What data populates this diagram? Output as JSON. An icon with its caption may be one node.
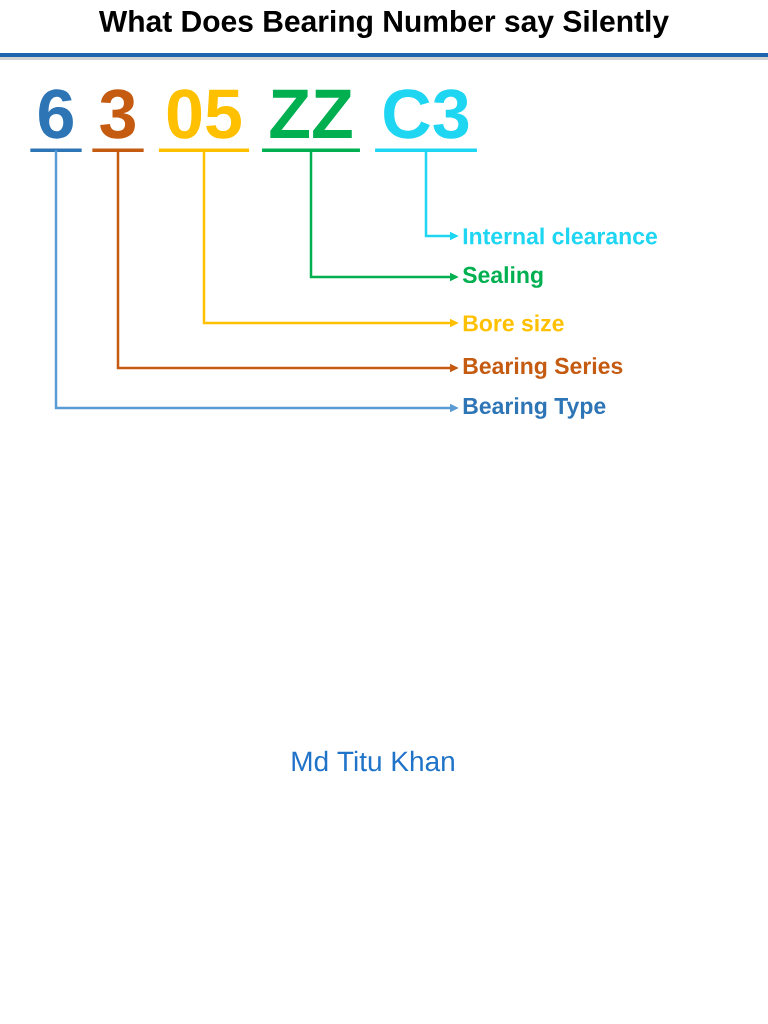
{
  "diagram": {
    "title": "What Does Bearing Number say Silently",
    "nodes": [
      {
        "text": [
          "6"
        ]
      },
      {
        "text": [
          "3"
        ]
      },
      {
        "text": [
          "05"
        ]
      },
      {
        "text": [
          "ZZ"
        ]
      },
      {
        "text": [
          "C3"
        ]
      },
      {
        "text": [
          "Internal clearance"
        ]
      },
      {
        "text": [
          "Sealing"
        ]
      },
      {
        "text": [
          "Bore size"
        ]
      },
      {
        "text": [
          "Bearing Series"
        ]
      },
      {
        "text": [
          "Bearing Type"
        ]
      }
    ],
    "edges": [
      {
        "from": 4,
        "to": 5,
        "arrow": "to",
        "color": "#1ed6f2"
      },
      {
        "from": 3,
        "to": 6,
        "arrow": "to",
        "color": "#00b050"
      },
      {
        "from": 2,
        "to": 7,
        "arrow": "to",
        "color": "#ffc000"
      },
      {
        "from": 1,
        "to": 8,
        "arrow": "to",
        "color": "#c55a11"
      },
      {
        "from": 0,
        "to": 9,
        "arrow": "to",
        "color": "#5b9bd5"
      }
    ],
    "labels": [
      "Md Titu Khan"
    ]
  }
}
